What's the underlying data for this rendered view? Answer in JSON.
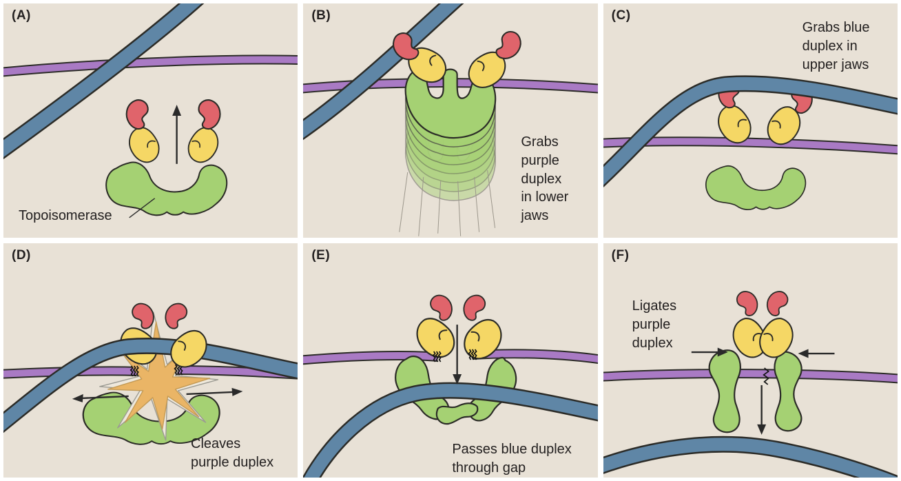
{
  "panels": [
    {
      "id": "A",
      "label": "(A)",
      "annotation": "Topoisomerase",
      "caption": ""
    },
    {
      "id": "B",
      "label": "(B)",
      "caption": "Grabs\npurple\nduplex\nin lower\njaws"
    },
    {
      "id": "C",
      "label": "(C)",
      "caption": "Grabs blue\nduplex in\nupper jaws"
    },
    {
      "id": "D",
      "label": "(D)",
      "caption": "Cleaves\npurple duplex"
    },
    {
      "id": "E",
      "label": "(E)",
      "caption": "Passes blue duplex\nthrough gap"
    },
    {
      "id": "F",
      "label": "(F)",
      "caption": "Ligates\npurple\nduplex"
    }
  ],
  "colors": {
    "background": "#e8e1d6",
    "gutter": "#ffffff",
    "blue_duplex": "#5f86a6",
    "purple_duplex": "#a97ac4",
    "enzyme_green": "#a5d173",
    "enzyme_yellow": "#f5d765",
    "enzyme_red": "#e0646b",
    "cleavage_burst": "#eab566",
    "outline": "#2b2b27",
    "text": "#232020"
  }
}
